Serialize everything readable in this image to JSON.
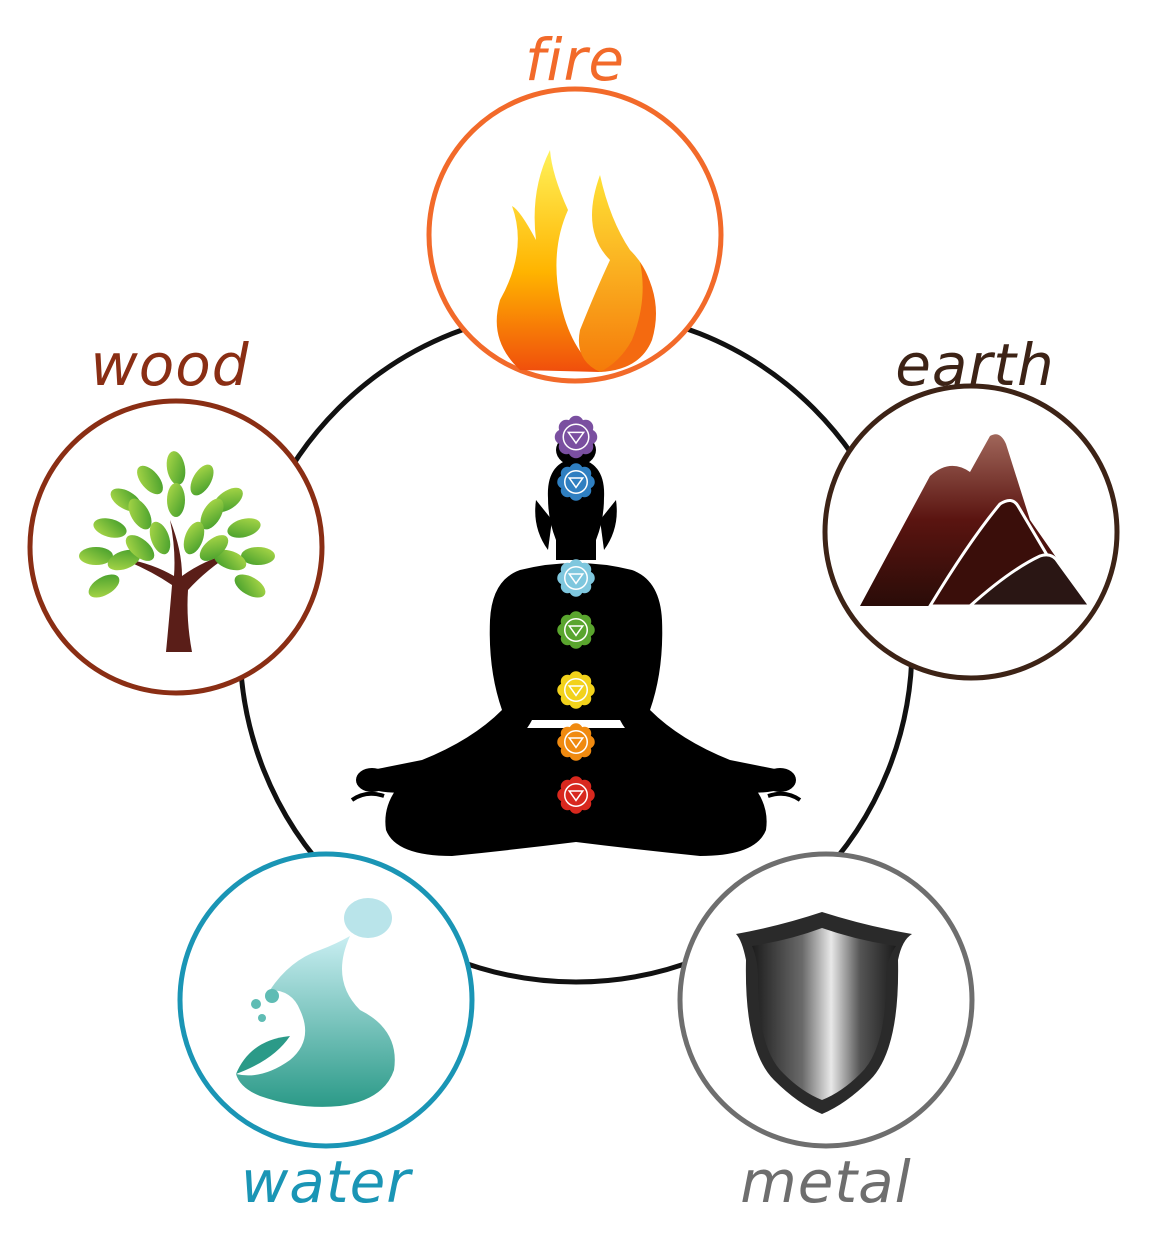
{
  "elements": [
    {
      "key": "fire",
      "label": "fire",
      "color": "#f26a2a",
      "icon": "flame-icon"
    },
    {
      "key": "earth",
      "label": "earth",
      "color": "#3d2316",
      "icon": "mountain-icon"
    },
    {
      "key": "metal",
      "label": "metal",
      "color": "#6e6e6e",
      "icon": "shield-icon"
    },
    {
      "key": "water",
      "label": "water",
      "color": "#1a95b5",
      "icon": "wave-icon"
    },
    {
      "key": "wood",
      "label": "wood",
      "color": "#8a2e14",
      "icon": "tree-icon"
    }
  ],
  "center": {
    "icon": "meditating-figure-icon",
    "chakra_colors": [
      "#7a4fa0",
      "#2f7fc1",
      "#7fc7de",
      "#5aa52e",
      "#f2d21b",
      "#f08a10",
      "#d8281e"
    ]
  },
  "ring_color": "#111111"
}
